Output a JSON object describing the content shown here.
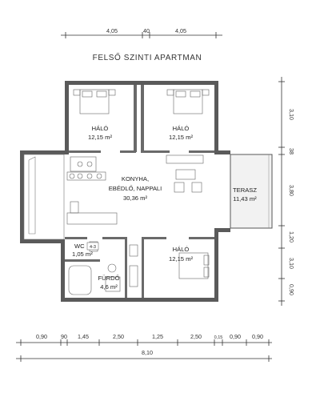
{
  "title": "FELSŐ SZINTI APARTMAN",
  "rooms": {
    "bedroom_left": {
      "name": "HÁLÓ",
      "area": "12,15 m²"
    },
    "bedroom_right": {
      "name": "HÁLÓ",
      "area": "12,15 m²"
    },
    "living": {
      "name1": "KONYHA,",
      "name2": "EBÉDLŐ, NAPPALI",
      "area": "30,36 m²"
    },
    "terrace": {
      "name": "TERASZ",
      "area": "11,43 m²"
    },
    "wc": {
      "name": "WC",
      "tag": "4-3",
      "area": "1,05 m²"
    },
    "bathroom": {
      "name": "FÜRDŐ",
      "area": "4,6 m²"
    },
    "bedroom_bottom": {
      "name": "HÁLÓ",
      "area": "12,15 m²"
    }
  },
  "dims_top": [
    "4,05",
    "40",
    "4,05"
  ],
  "dims_right": [
    "3,10",
    "38",
    "3,80",
    "1,20",
    "3,10",
    "0,90"
  ],
  "dims_bottom": [
    "0,90",
    "90",
    "1,45",
    "2,50",
    "1,25",
    "2,50",
    "0,15",
    "0,90",
    "0,90"
  ],
  "dims_total": "8,10"
}
